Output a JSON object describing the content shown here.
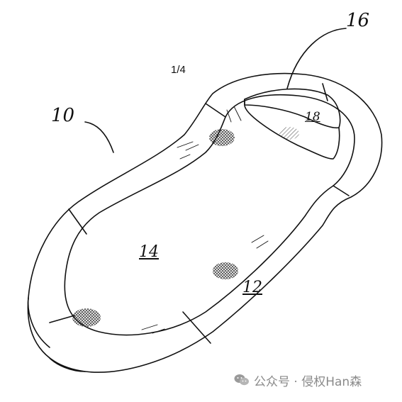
{
  "figure": {
    "page_number": "1/4",
    "labels": {
      "ref_10": "10",
      "ref_16": "16",
      "ref_18": "18",
      "ref_14": "14",
      "ref_12": "12"
    }
  },
  "watermark": {
    "text": "公众号 · 侵权Han森",
    "icon": "wechat-icon"
  },
  "colors": {
    "ink": "#111111",
    "watermark": "#8a8a8a"
  }
}
